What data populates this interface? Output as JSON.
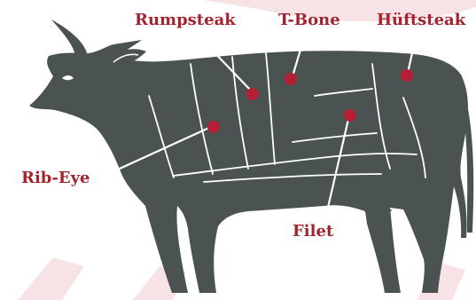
{
  "diagram": {
    "colors": {
      "cow_body": "#4a5252",
      "label_red": "#a3232f",
      "marker_red": "#b51f33",
      "lines": "#ffffff",
      "background_watermark": "#f7e3e5"
    },
    "cuts": [
      {
        "id": "rumpsteak",
        "label": "Rumpsteak"
      },
      {
        "id": "t-bone",
        "label": "T-Bone"
      },
      {
        "id": "hueftsteak",
        "label": "Hüftsteak"
      },
      {
        "id": "rib-eye",
        "label": "Rib-Eye"
      },
      {
        "id": "filet",
        "label": "Filet"
      }
    ]
  }
}
